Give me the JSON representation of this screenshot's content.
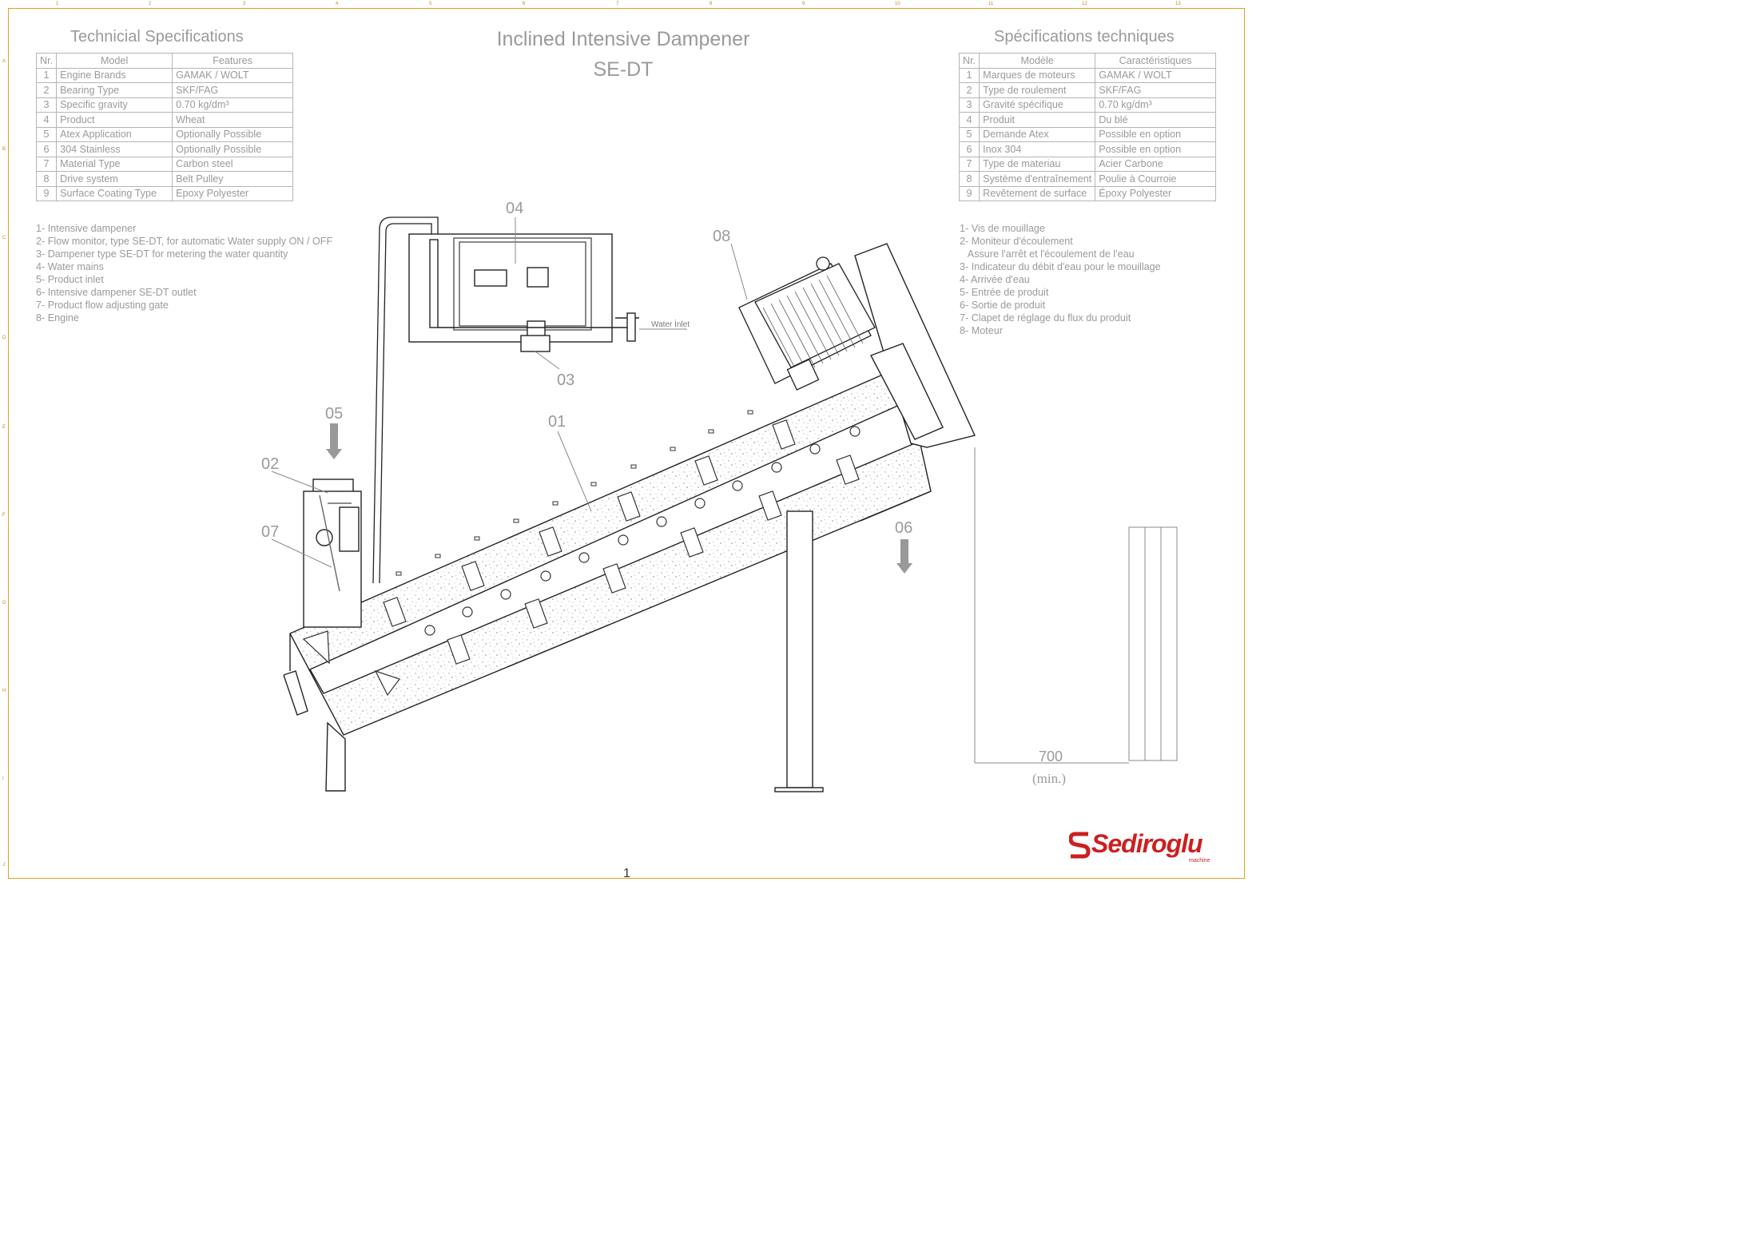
{
  "title": {
    "line1": "Inclined Intensive Dampener",
    "line2": "SE-DT"
  },
  "left_heading": "Technicial Specifications",
  "right_heading": "Spécifications techniques",
  "spec_en": {
    "headers": [
      "Nr.",
      "Model",
      "Features"
    ],
    "rows": [
      [
        "1",
        "Engine Brands",
        "GAMAK / WOLT"
      ],
      [
        "2",
        "Bearing Type",
        "SKF/FAG"
      ],
      [
        "3",
        "Specific gravity",
        "0.70 kg/dm³"
      ],
      [
        "4",
        "Product",
        "Wheat"
      ],
      [
        "5",
        "Atex Application",
        "Optionally Possible"
      ],
      [
        "6",
        "304 Stainless",
        "Optionally Possible"
      ],
      [
        "7",
        "Material Type",
        "Carbon steel"
      ],
      [
        "8",
        "Drive system",
        "Belt Pulley"
      ],
      [
        "9",
        "Surface Coating Type",
        "Epoxy Polyester"
      ]
    ]
  },
  "spec_fr": {
    "headers": [
      "Nr.",
      "Modèle",
      "Caractéristiques"
    ],
    "rows": [
      [
        "1",
        "Marques de moteurs",
        "GAMAK / WOLT"
      ],
      [
        "2",
        "Type de roulement",
        "SKF/FAG"
      ],
      [
        "3",
        "Gravité spécifique",
        "0.70 kg/dm³"
      ],
      [
        "4",
        "Produit",
        "Du blé"
      ],
      [
        "5",
        "Demande Atex",
        "Possible en option"
      ],
      [
        "6",
        "Inox 304",
        "Possible en option"
      ],
      [
        "7",
        "Type de materiau",
        "Acier Carbone"
      ],
      [
        "8",
        "Système d'entraînement",
        "Poulie à Courroie"
      ],
      [
        "9",
        "Revêtement de surface",
        "Époxy Polyester"
      ]
    ]
  },
  "legend_en": [
    "1- Intensive dampener",
    "2- Flow monitor, type SE-DT, for automatic Water supply ON / OFF",
    "3- Dampener type SE-DT for metering the water quantity",
    "4- Water mains",
    "5- Product inlet",
    "6- Intensive dampener SE-DT outlet",
    "7- Product flow adjusting gate",
    "8- Engine"
  ],
  "legend_fr": [
    "1- Vis de mouillage",
    "2- Moniteur d'écoulement",
    "   Assure l'arrêt et l'écoulement de l'eau",
    "3- Indicateur du débit d'eau pour le mouillage",
    "4- Arrivée d'eau",
    "5- Entrée de produit",
    "6- Sortie de produit",
    "7- Clapet de réglage du flux du produit",
    "8- Moteur"
  ],
  "callouts": {
    "c01": "01",
    "c02": "02",
    "c03": "03",
    "c04": "04",
    "c05": "05",
    "c06": "06",
    "c07": "07",
    "c08": "08"
  },
  "water_inlet": "Water İnlet",
  "dimension": {
    "value": "700",
    "note": "(min.)"
  },
  "page_number": "1",
  "logo": {
    "name": "Sediroglu",
    "sub": "machine"
  },
  "border_ticks": {
    "numbers": [
      "1",
      "2",
      "3",
      "4",
      "5",
      "6",
      "7",
      "8",
      "9",
      "10",
      "11",
      "12",
      "13"
    ],
    "letters": [
      "A",
      "B",
      "C",
      "D",
      "E",
      "F",
      "G",
      "H",
      "I",
      "J"
    ]
  }
}
